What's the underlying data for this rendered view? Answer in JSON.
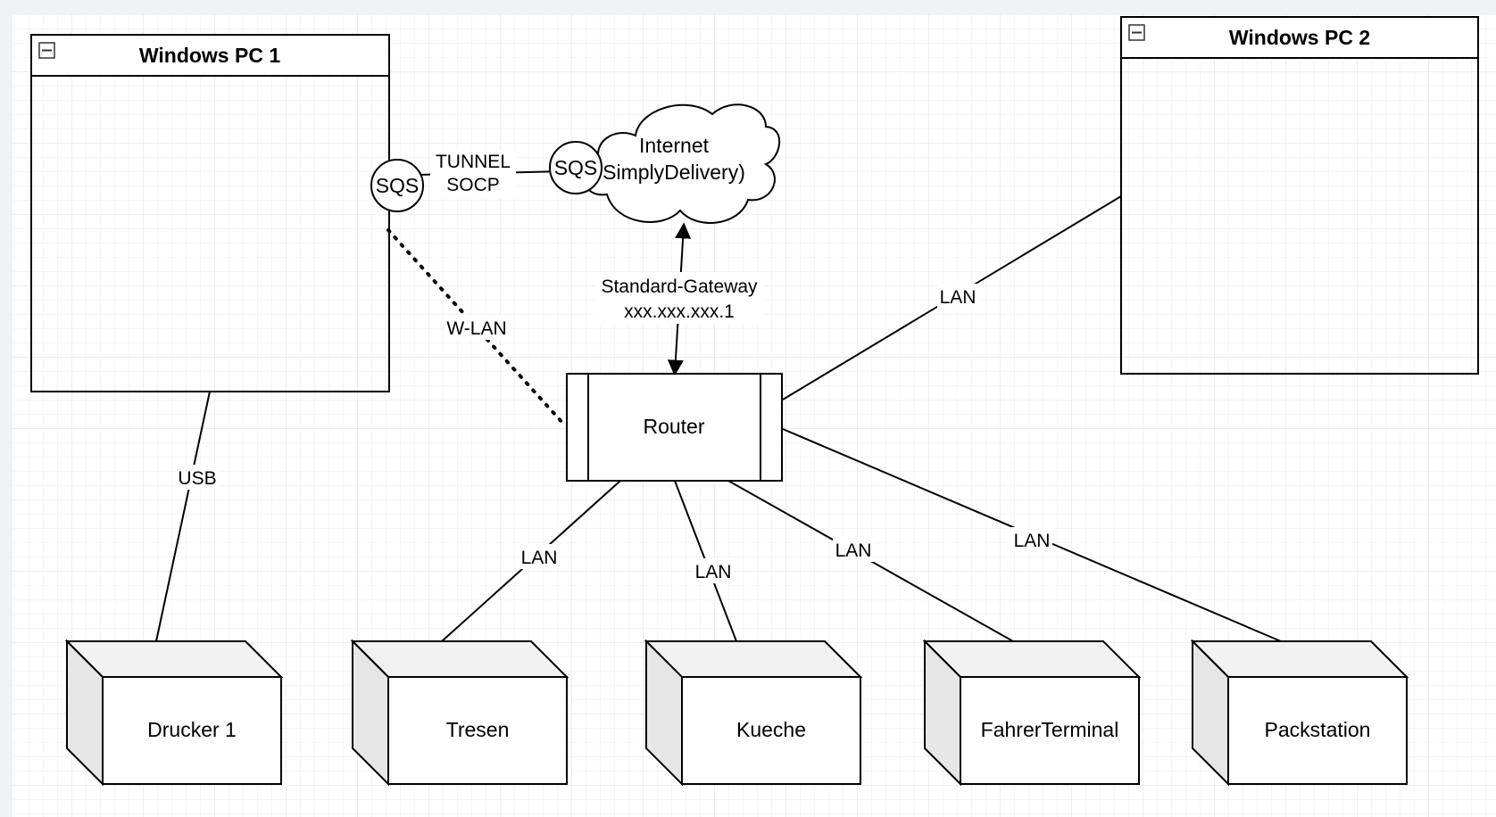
{
  "diagram": {
    "containers": {
      "pc1": {
        "title": "Windows PC 1"
      },
      "pc2": {
        "title": "Windows PC 2"
      }
    },
    "sqs_left": "SQS",
    "sqs_right": "SQS",
    "tunnel": {
      "line1": "TUNNEL",
      "line2": "SOCP"
    },
    "cloud": {
      "line1": "Internet",
      "line2": "SimplyDelivery)"
    },
    "gateway": {
      "line1": "Standard-Gateway",
      "line2": "xxx.xxx.xxx.1"
    },
    "router": "Router",
    "devices": {
      "drucker": "Drucker 1",
      "tresen": "Tresen",
      "kueche": "Kueche",
      "fahrer": "FahrerTerminal",
      "packstation": "Packstation"
    },
    "edges": {
      "usb": "USB",
      "wlan": "W-LAN",
      "lan_pc2": "LAN",
      "lan_tresen": "LAN",
      "lan_kueche": "LAN",
      "lan_fahrer": "LAN",
      "lan_packstation": "LAN"
    },
    "colors": {
      "canvas": "#ffffff",
      "grid": "#e3e3e3",
      "stroke": "#000000",
      "device_side": "#e6e6e6",
      "device_top": "#f2f2f2"
    }
  }
}
